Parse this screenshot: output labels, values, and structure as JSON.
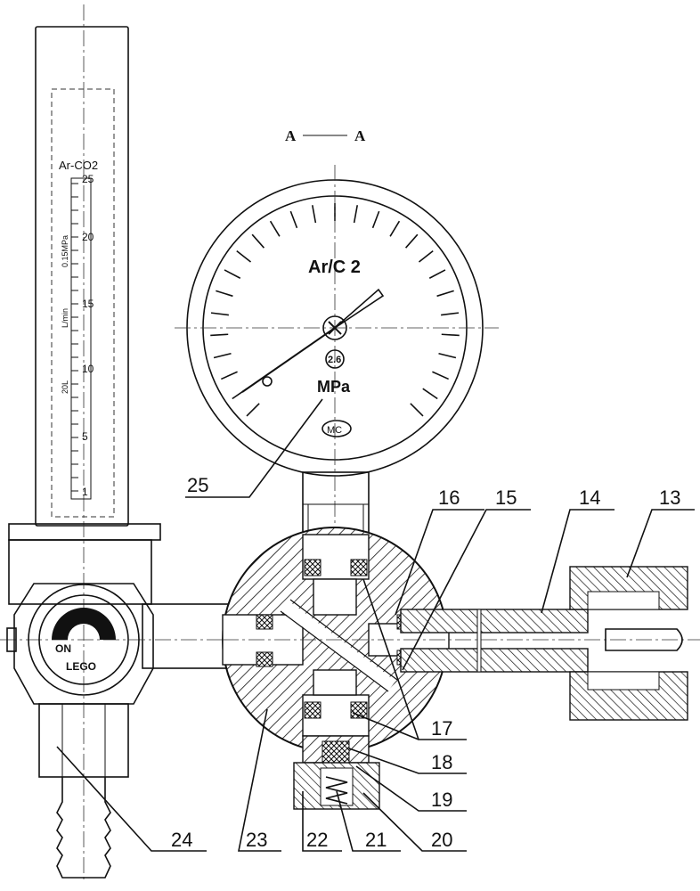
{
  "section_label": {
    "left": "A",
    "right": "A"
  },
  "flowmeter": {
    "gas_label": "Ar-CO2",
    "scale_ticks": [
      "25",
      "20",
      "15",
      "10",
      "5",
      "1"
    ],
    "side_text_1": "0.15MPa",
    "side_text_2": "L/min",
    "side_text_3": "20L"
  },
  "gauge": {
    "gas_label": "Ar/C 2",
    "value_label": "2.6",
    "unit_label": "MPa",
    "maker_mark": "MC"
  },
  "knob": {
    "label_top": "ON",
    "label_bottom": "LEGO"
  },
  "part_labels": {
    "p13": "13",
    "p14": "14",
    "p15": "15",
    "p16": "16",
    "p17": "17",
    "p18": "18",
    "p19": "19",
    "p20": "20",
    "p21": "21",
    "p22": "22",
    "p23": "23",
    "p24": "24",
    "p25": "25"
  }
}
